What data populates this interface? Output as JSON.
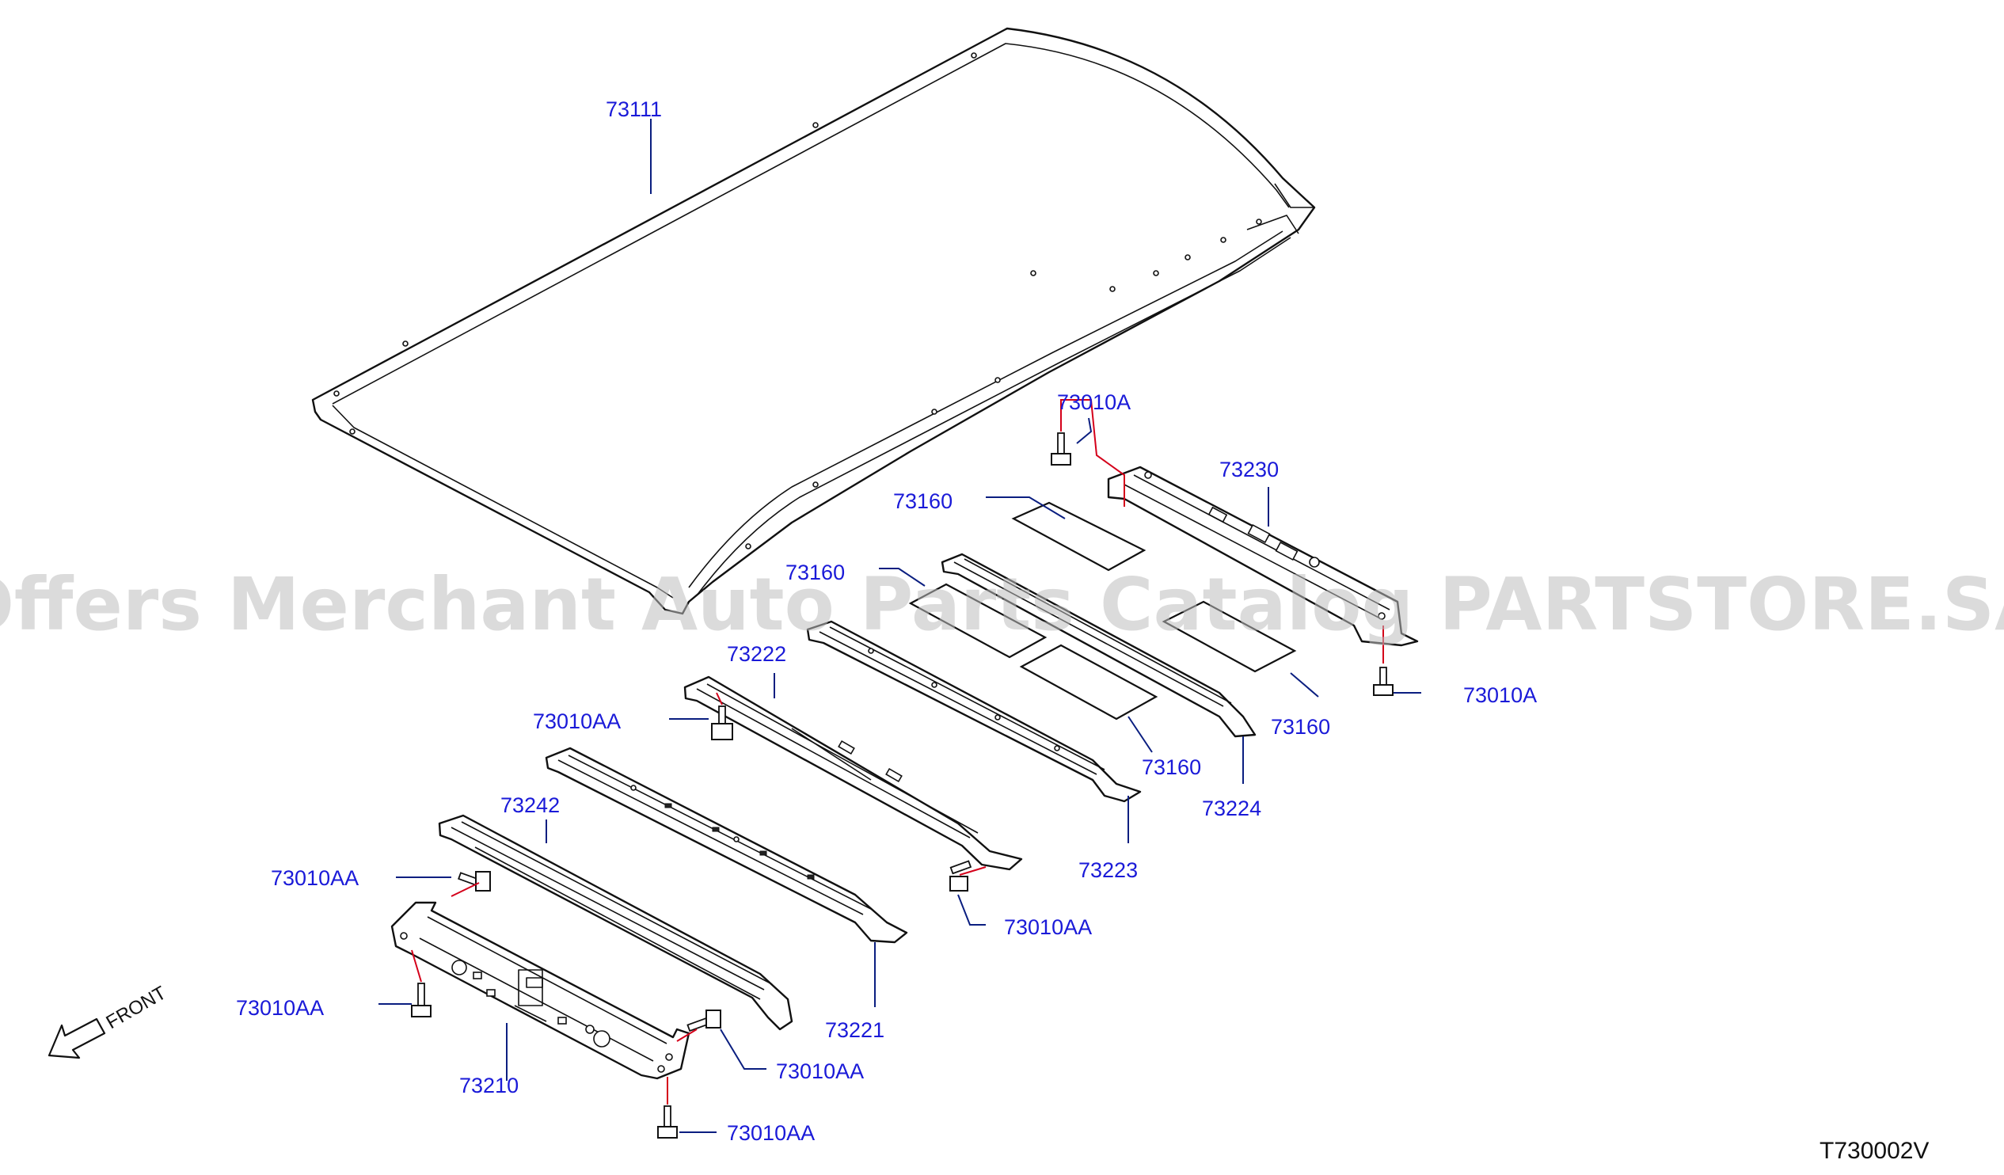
{
  "watermark": "Offers Merchant Auto Parts Catalog PARTSTORE.SA",
  "diagram_code": "T730002V",
  "front_label": "FRONT",
  "colors": {
    "callout": "#1a1ad8",
    "leader": "#0a1e80",
    "leader_red": "#d4001a",
    "line": "#111111"
  },
  "callouts": {
    "roof_panel": "73111",
    "bolt_rear_upper": "73010A",
    "rear_rail": "73230",
    "pad_upper": "73160",
    "pad_mid": "73160",
    "pad_right": "73160",
    "pad_lower": "73160",
    "bow_222": "73222",
    "bolt_left_upper": "73010AA",
    "bolt_rear_lower": "73010A",
    "bow_224": "73224",
    "bow_223": "73223",
    "bow_242": "73242",
    "bolt_bow_right": "73010AA",
    "bolt_front_upper": "73010AA",
    "front_rail": "73210",
    "bolt_front_left": "73010AA",
    "bow_221": "73221",
    "bolt_front_right": "73010AA",
    "bolt_front_bottom": "73010AA"
  }
}
